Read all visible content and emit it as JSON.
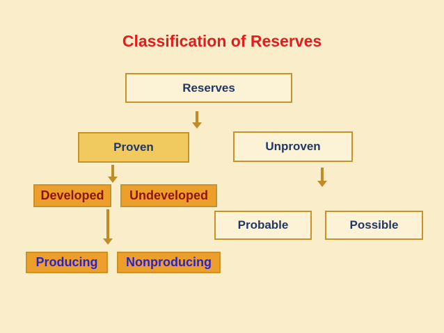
{
  "diagram": {
    "title": "Classification of Reserves",
    "nodes": {
      "reserves": {
        "label": "Reserves"
      },
      "proven": {
        "label": "Proven"
      },
      "unproven": {
        "label": "Unproven"
      },
      "developed": {
        "label": "Developed"
      },
      "undeveloped": {
        "label": "Undeveloped"
      },
      "probable": {
        "label": "Probable"
      },
      "possible": {
        "label": "Possible"
      },
      "producing": {
        "label": "Producing"
      },
      "nonproducing": {
        "label": "Nonproducing"
      }
    },
    "edges": [
      {
        "from": "reserves",
        "to": [
          "proven",
          "unproven"
        ]
      },
      {
        "from": "proven",
        "to": [
          "developed",
          "undeveloped"
        ]
      },
      {
        "from": "unproven",
        "to": [
          "probable",
          "possible"
        ]
      },
      {
        "from": "developed",
        "to": [
          "producing",
          "nonproducing"
        ]
      }
    ]
  },
  "colors": {
    "bg": "#faedc9",
    "cream_fill": "#fcf2d6",
    "gold_fill": "#f0c95f",
    "orange_fill": "#ee9e2b",
    "border_gold": "#c8922b",
    "arrow": "#bf8c28",
    "navy": "#1f3864",
    "maroon": "#8b1508",
    "blue": "#2a24c8",
    "red": "#e11d1d"
  }
}
